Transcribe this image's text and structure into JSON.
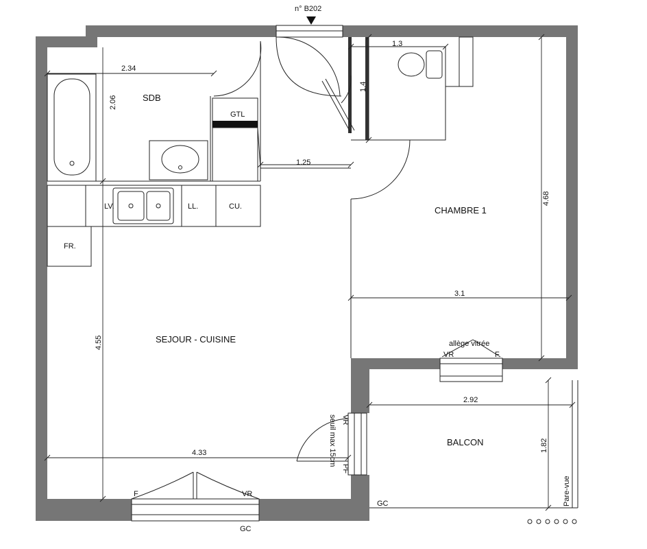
{
  "unit_ref": "n° B202",
  "rooms": {
    "sdb": "SDB",
    "chambre": "CHAMBRE 1",
    "sejour": "SEJOUR - CUISINE",
    "balcon": "BALCON"
  },
  "fixtures": {
    "gtl": "GTL",
    "lv": "LV.",
    "ll": "LL.",
    "cu": "CU.",
    "fr": "FR."
  },
  "dimensions": {
    "sdb_width": "2.34",
    "sdb_depth": "2.06",
    "wc_width": "1.3",
    "wc_depth": "1.4",
    "corridor": "1.25",
    "chambre_width": "3.1",
    "chambre_depth": "4.68",
    "sejour_depth": "4.55",
    "sejour_width": "4.33",
    "balcon_width": "2.92",
    "balcon_depth": "1.82"
  },
  "annotations": {
    "allege": "allège vitrée",
    "vr_chambre": "VR",
    "f_chambre": "F",
    "vr_pf": "VR",
    "seuil": "seuil max 15cm",
    "pf": "PF",
    "f_sejour": "F",
    "vr_sejour": "VR",
    "gc_bottom": "GC",
    "gc_balcon": "GC",
    "pare_vue": "Pare-vue"
  }
}
